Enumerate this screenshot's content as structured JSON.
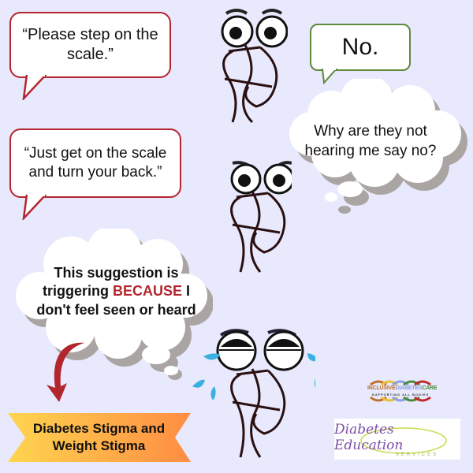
{
  "background_color": "#e8e9fd",
  "speech_bubbles": [
    {
      "id": "top-left",
      "text": "“Please step on the scale.”",
      "border_color": "#b3262e"
    },
    {
      "id": "top-right",
      "text": "No.",
      "border_color": "#5e8a3a"
    },
    {
      "id": "mid-left",
      "text": "“Just get on the scale and turn your back.”",
      "border_color": "#b3262e"
    }
  ],
  "thought_clouds": [
    {
      "id": "right",
      "text": "Why are they not hearing me say no?"
    },
    {
      "id": "left",
      "text_before": "This suggestion is triggering ",
      "emphasis": "BECAUSE",
      "text_after": " I don't feel seen or heard",
      "emphasis_color": "#b3262e"
    }
  ],
  "characters": [
    {
      "id": "rope-top",
      "expression": "surprised"
    },
    {
      "id": "rope-middle",
      "expression": "angry"
    },
    {
      "id": "rope-bottom",
      "expression": "crying"
    }
  ],
  "ribbon": {
    "line1": "Diabetes Stigma and",
    "line2": "Weight Stigma",
    "gradient": [
      "#ffd54f",
      "#ff8c42"
    ]
  },
  "arrow": {
    "color": "#b3262e",
    "direction": "down-left"
  },
  "logos": {
    "inclusive": {
      "part1": "INCLUSIVE",
      "part2": "DIABETES",
      "part3": "CARE",
      "tagline": "SUPPORTING ALL BODIES"
    },
    "des": {
      "title": "Diabetes Education",
      "subtitle": "SERVICES"
    }
  }
}
